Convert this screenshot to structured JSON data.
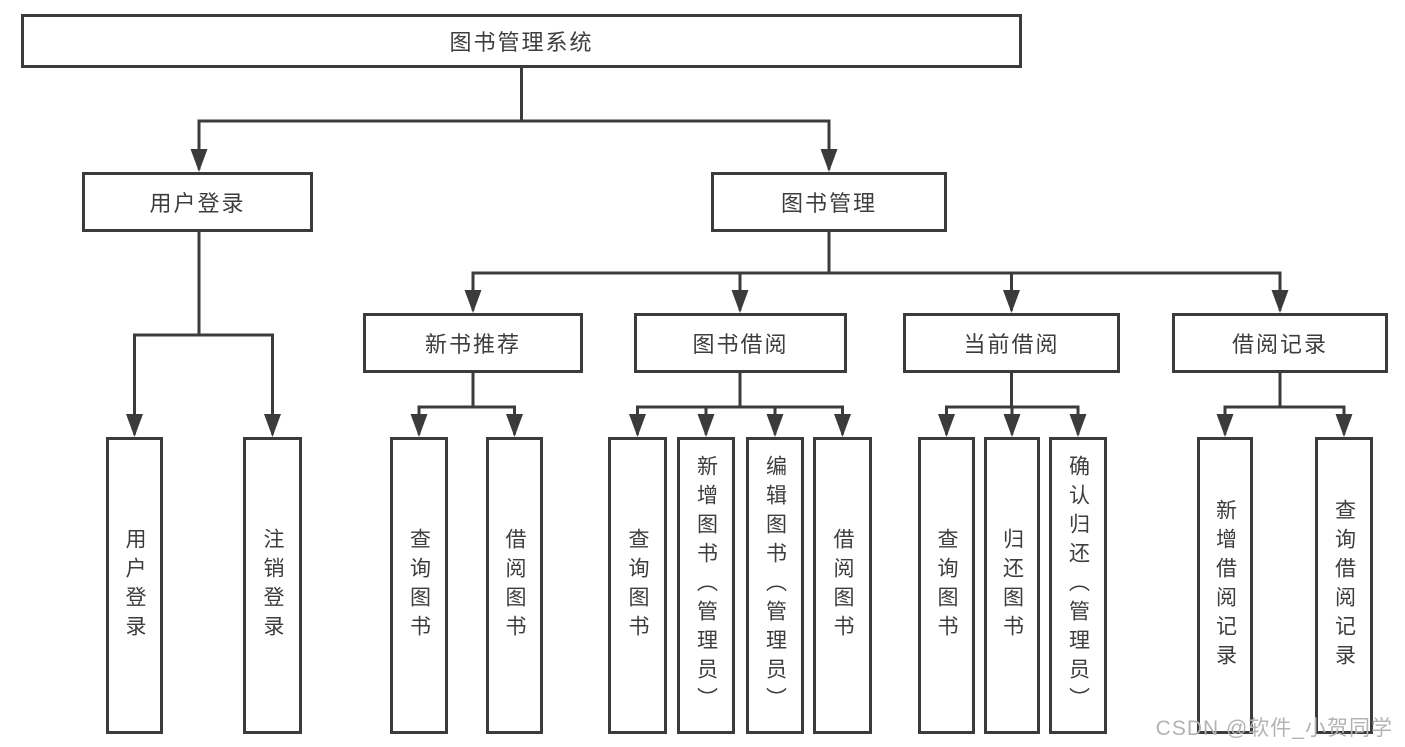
{
  "colors": {
    "line": "#3b3b3b",
    "box_border": "#3b3b3b",
    "box_background": "#ffffff",
    "text": "#3d3d3d",
    "watermark": "#b3b3b3",
    "page_background": "#ffffff"
  },
  "watermark": {
    "text": "CSDN @软件_小贺同学"
  },
  "tree": {
    "root": {
      "label": "图书管理系统"
    },
    "level2": [
      {
        "label": "用户登录",
        "children": [
          {
            "label": "用户登录"
          },
          {
            "label": "注销登录"
          }
        ]
      },
      {
        "label": "图书管理",
        "children": [
          {
            "label": "新书推荐",
            "children": [
              {
                "label": "查询图书"
              },
              {
                "label": "借阅图书"
              }
            ]
          },
          {
            "label": "图书借阅",
            "children": [
              {
                "label": "查询图书"
              },
              {
                "label": "新增图书（管理员）"
              },
              {
                "label": "编辑图书（管理员）"
              },
              {
                "label": "借阅图书"
              }
            ]
          },
          {
            "label": "当前借阅",
            "children": [
              {
                "label": "查询图书"
              },
              {
                "label": "归还图书"
              },
              {
                "label": "确认归还（管理员）"
              }
            ]
          },
          {
            "label": "借阅记录",
            "children": [
              {
                "label": "新增借阅记录"
              },
              {
                "label": "查询借阅记录"
              }
            ]
          }
        ]
      }
    ]
  }
}
